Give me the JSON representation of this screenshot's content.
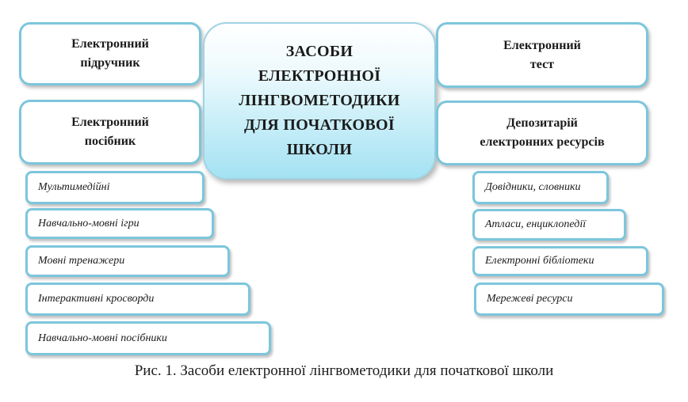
{
  "center": {
    "lines": [
      "ЗАСОБИ",
      "ЕЛЕКТРОННОЇ",
      "ЛІНГВОМЕТОДИКИ",
      "ДЛЯ ПОЧАТКОВОЇ",
      "ШКОЛИ"
    ]
  },
  "left_boxes": [
    {
      "lines": [
        "Електронний",
        "підручник"
      ]
    },
    {
      "lines": [
        "Електронний",
        "посібник"
      ]
    }
  ],
  "right_boxes": [
    {
      "lines": [
        "Електронний",
        "тест"
      ]
    },
    {
      "lines": [
        "Депозитарій",
        "електронних ресурсів"
      ]
    }
  ],
  "left_items": [
    "Мультимедійні",
    "Навчально-мовні ігри",
    "Мовні тренажери",
    "Інтерактивні кросворди",
    "Навчально-мовні посібники"
  ],
  "right_items": [
    "Довідники, словники",
    "Атласи, енциклопедії",
    "Електронні бібліотеки",
    "Мережеві ресурси"
  ],
  "caption": "Рис. 1. Засоби електронної лінгвометодики для початкової школи"
}
